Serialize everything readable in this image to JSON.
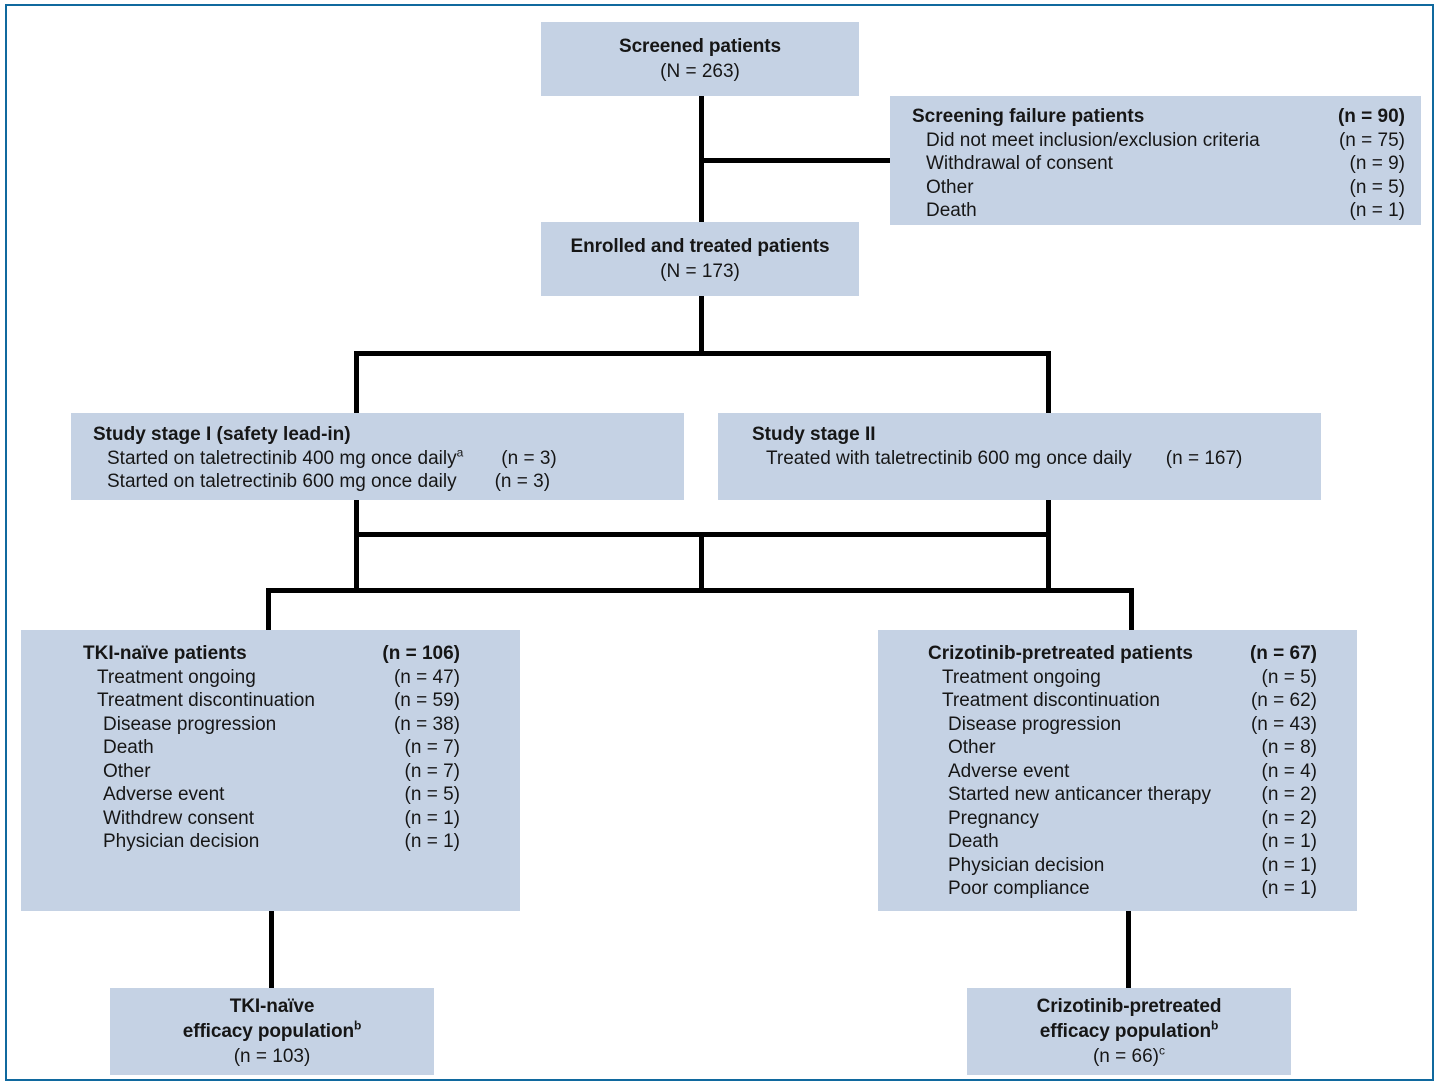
{
  "diagram": {
    "title": "CONSORT-style patient disposition flow diagram",
    "box_fill": "#c5d2e4",
    "connector_color": "#000000",
    "frame_color": "#10699e"
  },
  "screened": {
    "title": "Screened patients",
    "count": "(N = 263)"
  },
  "screening_failure": {
    "rows": [
      {
        "label": "Screening failure patients",
        "value": "(n = 90)",
        "bold": true,
        "indent": 0
      },
      {
        "label": "Did not meet inclusion/exclusion criteria",
        "value": "(n = 75)",
        "bold": false,
        "indent": 1
      },
      {
        "label": "Withdrawal of consent",
        "value": "(n = 9)",
        "bold": false,
        "indent": 1
      },
      {
        "label": "Other",
        "value": "(n = 5)",
        "bold": false,
        "indent": 1
      },
      {
        "label": "Death",
        "value": "(n = 1)",
        "bold": false,
        "indent": 1
      }
    ]
  },
  "enrolled": {
    "title": "Enrolled and treated patients",
    "count": "(N = 173)"
  },
  "stage_one": {
    "title": "Study stage I (safety lead-in)",
    "rows": [
      {
        "label": "Started on taletrectinib 400 mg once daily",
        "superscript": "a",
        "value": "(n = 3)"
      },
      {
        "label": "Started on taletrectinib 600 mg once daily",
        "superscript": "",
        "value": "(n = 3)"
      }
    ]
  },
  "stage_two": {
    "title": "Study stage II",
    "rows": [
      {
        "label": "Treated with taletrectinib 600 mg once daily",
        "superscript": "",
        "value": "(n = 167)"
      }
    ]
  },
  "tki_naive": {
    "rows": [
      {
        "label": "TKI-naïve patients",
        "value": "(n = 106)",
        "bold": true,
        "indent": 0
      },
      {
        "label": "Treatment ongoing",
        "value": "(n = 47)",
        "bold": false,
        "indent": 1
      },
      {
        "label": "Treatment discontinuation",
        "value": "(n = 59)",
        "bold": false,
        "indent": 1
      },
      {
        "label": "Disease progression",
        "value": "(n = 38)",
        "bold": false,
        "indent": 2
      },
      {
        "label": "Death",
        "value": "(n = 7)",
        "bold": false,
        "indent": 2
      },
      {
        "label": "Other",
        "value": "(n = 7)",
        "bold": false,
        "indent": 2
      },
      {
        "label": "Adverse event",
        "value": "(n = 5)",
        "bold": false,
        "indent": 2
      },
      {
        "label": "Withdrew consent",
        "value": "(n = 1)",
        "bold": false,
        "indent": 2
      },
      {
        "label": "Physician decision",
        "value": "(n = 1)",
        "bold": false,
        "indent": 2
      }
    ]
  },
  "crizotinib_pretreated": {
    "rows": [
      {
        "label": "Crizotinib-pretreated patients",
        "value": "(n = 67)",
        "bold": true,
        "indent": 0
      },
      {
        "label": "Treatment ongoing",
        "value": "(n = 5)",
        "bold": false,
        "indent": 1
      },
      {
        "label": "Treatment discontinuation",
        "value": "(n = 62)",
        "bold": false,
        "indent": 1
      },
      {
        "label": "Disease progression",
        "value": "(n = 43)",
        "bold": false,
        "indent": 2
      },
      {
        "label": "Other",
        "value": "(n = 8)",
        "bold": false,
        "indent": 2
      },
      {
        "label": "Adverse event",
        "value": "(n = 4)",
        "bold": false,
        "indent": 2
      },
      {
        "label": "Started new anticancer therapy",
        "value": "(n = 2)",
        "bold": false,
        "indent": 2
      },
      {
        "label": "Pregnancy",
        "value": "(n = 2)",
        "bold": false,
        "indent": 2
      },
      {
        "label": "Death",
        "value": "(n = 1)",
        "bold": false,
        "indent": 2
      },
      {
        "label": "Physician decision",
        "value": "(n = 1)",
        "bold": false,
        "indent": 2
      },
      {
        "label": "Poor compliance",
        "value": "(n = 1)",
        "bold": false,
        "indent": 2
      }
    ]
  },
  "tki_naive_efficacy": {
    "line1": "TKI-naïve",
    "line2": "efficacy population",
    "line2_superscript": "b",
    "count": "(n = 103)",
    "count_superscript": ""
  },
  "crizotinib_efficacy": {
    "line1": "Crizotinib-pretreated",
    "line2": "efficacy population",
    "line2_superscript": "b",
    "count": "(n = 66)",
    "count_superscript": "c"
  }
}
